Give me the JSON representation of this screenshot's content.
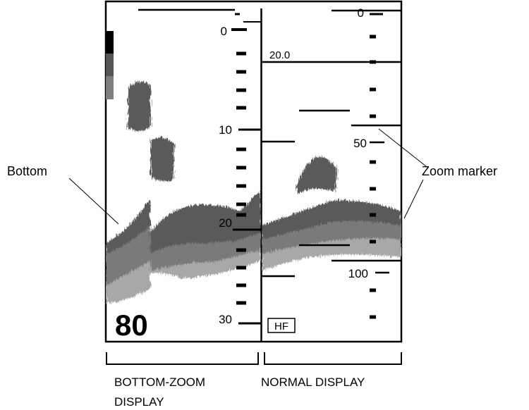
{
  "bottom_zoom_display": {
    "scale_labels": [
      "0",
      "10",
      "20",
      "30"
    ],
    "range_value": "80"
  },
  "normal_display": {
    "scale_labels": [
      "0",
      "50",
      "100"
    ],
    "zoom_range_label": "20.0",
    "frequency_badge": "HF"
  },
  "callouts": {
    "bottom": "Bottom",
    "zoom_marker": "Zoom marker"
  },
  "captions": {
    "bottom_zoom_line1": "BOTTOM-ZOOM",
    "bottom_zoom_line2": "DISPLAY",
    "normal": "NORMAL DISPLAY"
  },
  "color_bar": [
    "#000000",
    "#555555",
    "#7e7e7e",
    "#adadad"
  ],
  "echo_colors": {
    "strong": "#5a5a5a",
    "medium": "#7a7a7a",
    "weak": "#a8a8a8"
  }
}
